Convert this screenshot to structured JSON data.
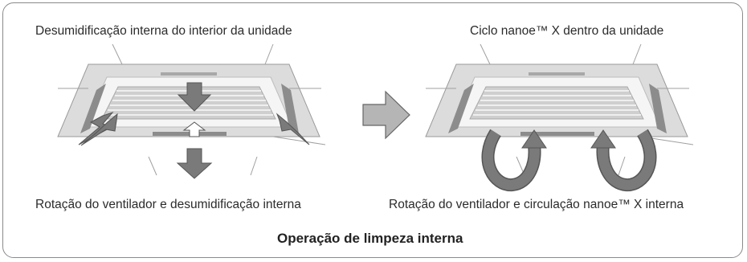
{
  "panels": {
    "left": {
      "top_caption": "Desumidificação interna do interior da unidade",
      "bottom_caption": "Rotação do ventilador e desumidificação interna"
    },
    "right": {
      "top_caption": "Ciclo nanoe™ X dentro da unidade",
      "bottom_caption": "Rotação do ventilador e circulação nanoe™ X interna"
    }
  },
  "footer_title": "Operação de limpeza interna",
  "colors": {
    "frame": "#8a8a8a",
    "panel_gray": "#d6d6d6",
    "panel_light": "#e9e9e9",
    "arrow_dark": "#7a7a7a",
    "arrow_light": "#b5b5b5"
  }
}
